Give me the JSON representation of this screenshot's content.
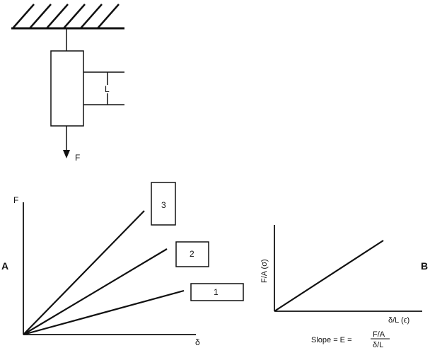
{
  "specimen": {
    "length_label": "L",
    "force_label": "F"
  },
  "panel_a": {
    "panel_label": "A",
    "y_label": "F",
    "x_label": "δ",
    "specimens": [
      {
        "label": "3"
      },
      {
        "label": "2"
      },
      {
        "label": "1"
      }
    ]
  },
  "panel_b": {
    "panel_label": "B",
    "y_label": "F/A (σ)",
    "x_label": "δ/L (ϵ)",
    "slope_prefix": "Slope = E =",
    "slope_numerator": "F/A",
    "slope_denominator": "δ/L"
  }
}
